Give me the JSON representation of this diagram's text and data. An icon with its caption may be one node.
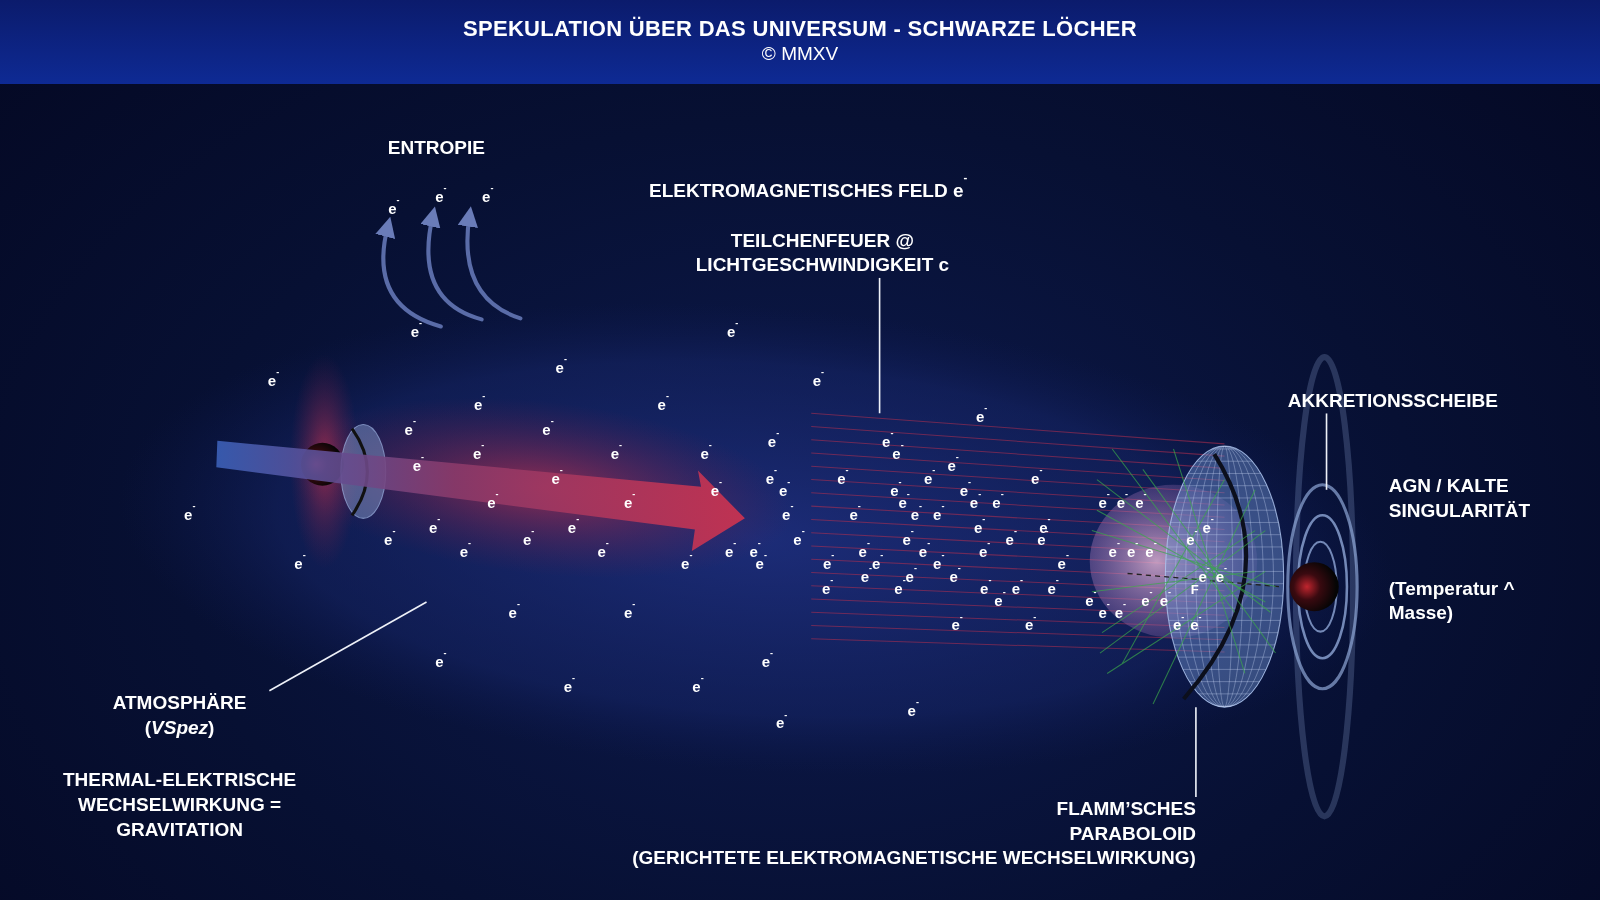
{
  "diagram": {
    "title": "SPEKULATION ÜBER DAS UNIVERSUM - SCHWARZE LÖCHER",
    "nodes": [
      {
        "text": [
          "ATMOSPHÄRE (*VSpez*)"
        ]
      },
      {
        "text": [
          "TEILCHENFEUER @ LICHTGESCHWINDIGKEIT c"
        ]
      },
      {
        "text": [
          "AKKRETIONSSCHEIBE"
        ]
      },
      {
        "text": [
          "FLAMM’SCHES PARABOLOID",
          "(GERICHTETE ELEKTROMAGNETISCHE WECHSELWIRKUNG)"
        ]
      },
      {
        "text": [],
        "shape": "picture"
      },
      {
        "text": [],
        "shape": "picture"
      }
    ],
    "edges": [
      {
        "from": 0,
        "to": null,
        "arrow": "none"
      },
      {
        "from": 1,
        "to": 4,
        "arrow": "none"
      },
      {
        "from": 2,
        "to": null,
        "arrow": "none"
      },
      {
        "from": 3,
        "to": 5,
        "arrow": "none"
      }
    ],
    "labels": [
      "© MMXV",
      "ENTROPIE",
      "ELEKTROMAGNETISCHES FELD e$^{-}$",
      "AGN / KALTE SINGULARITÄT",
      "(Temperatur ^ Masse)",
      "THERMAL-ELEKTRISCHE WECHSELWIRKUNG = GRAVITATION",
      "F",
      "e$^{-}$",
      "e$^{-}$",
      "e$^{-}$",
      "e$^{-}$",
      "e$^{-}$",
      "e$^{-}$",
      "e$^{-}$",
      "e$^{-}$",
      "e$^{-}$",
      "e$^{-}$",
      "e$^{-}$",
      "e$^{-}$",
      "e$^{-}$",
      "e$^{-}$",
      "e$^{-}$",
      "e$^{-}$",
      "e$^{-}$",
      "e$^{-}$",
      "e$^{-}$",
      "e$^{-}$",
      "e$^{-}$",
      "e$^{-}$",
      "e$^{-}$",
      "e$^{-}$",
      "e$^{-}$",
      "e$^{-}$",
      "e$^{-}$",
      "e$^{-}$",
      "e$^{-}$",
      "e$^{-}$",
      "e$^{-}$",
      "e$^{-}$",
      "e$^{-}$",
      "e$^{-}$",
      "e$^{-}$",
      "e$^{-}$",
      "e$^{-}$",
      "e$^{-}$",
      "e$^{-}$",
      "e$^{-}$",
      "e$^{-}$",
      "e$^{-}$",
      "e$^{-}$",
      "e$^{-}$",
      "e$^{-}$",
      "e$^{-}$",
      "e$^{-}$",
      "e$^{-}$",
      "e$^{-}$",
      "e$^{-}$",
      "e$^{-}$",
      "e$^{-}$",
      "e$^{-}$",
      "e$^{-}$",
      "e$^{-}$",
      "e$^{-}$",
      "e$^{-}$",
      "e$^{-}$",
      "e$^{-}$",
      "e$^{-}$",
      "e$^{-}$",
      "e$^{-}$",
      "e$^{-}$",
      "e$^{-}$",
      "e$^{-}$",
      "e$^{-}$",
      "e$^{-}$",
      "e$^{-}$",
      "e$^{-}$",
      "e$^{-}$",
      "e$^{-}$",
      "e$^{-}$",
      "e$^{-}$",
      "e$^{-}$",
      "e$^{-}$",
      "e$^{-}$",
      "e$^{-}$",
      "e$^{-}$",
      "e$^{-}$",
      "e$^{-}$",
      "e$^{-}$",
      "e$^{-}$",
      "e$^{-}$",
      "e$^{-}$",
      "e$^{-}$",
      "e$^{-}$",
      "e$^{-}$",
      "e$^{-}$",
      "e$^{-}$",
      "e$^{-}$",
      "e$^{-}$",
      "e$^{-}$",
      "e$^{-}$",
      "e$^{-}$",
      "e$^{-}$",
      "e$^{-}$",
      "e$^{-}$",
      "e$^{-}$",
      "e$^{-}$",
      "e$^{-}$"
    ]
  }
}
